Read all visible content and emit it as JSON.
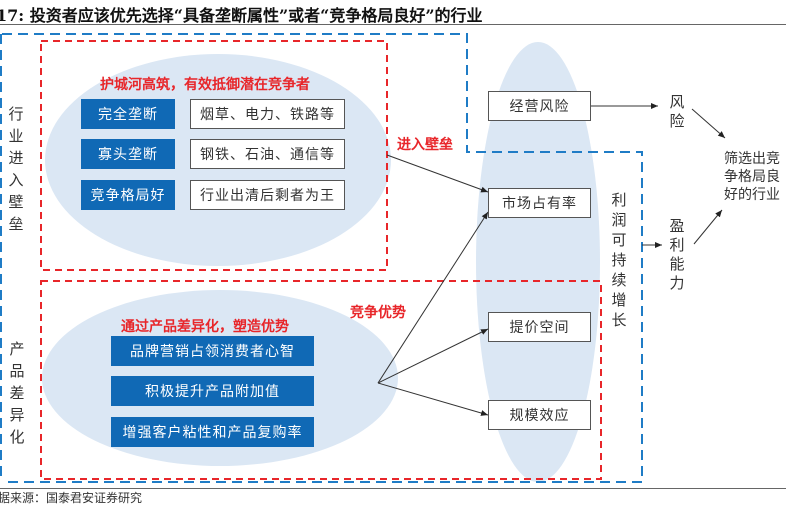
{
  "title": "17: 投资者应该优先选择“具备垄断属性”或者“竞争格局良好”的行业",
  "source": "据来源：国泰君安证券研究",
  "colors": {
    "red": "#e8262a",
    "blue_dash": "#1f7cc6",
    "box_blue": "#1069b5",
    "ellipse_fill": "#dbe7f4"
  },
  "section_top": {
    "side_label": "行业进入壁垒",
    "heading": "护城河高筑，有效抵御潜在竞争者",
    "rows": [
      {
        "type": "完全垄断",
        "examples": "烟草、电力、铁路等"
      },
      {
        "type": "寡头垄断",
        "examples": "钢铁、石油、通信等"
      },
      {
        "type": "竞争格局好",
        "examples": "行业出清后剩者为王"
      }
    ],
    "arrow_label": "进入壁垒"
  },
  "section_bottom": {
    "side_label": "产品差异化",
    "heading": "通过产品差异化，塑造优势",
    "items": [
      "品牌营销占领消费者心智",
      "积极提升产品附加值",
      "增强客户粘性和产品复购率"
    ],
    "arrow_label": "竞争优势"
  },
  "middle_boxes": {
    "risk": "经营风险",
    "share": "市场占有率",
    "pricing": "提价空间",
    "scale": "规模效应"
  },
  "growth_label": "利润可持续增长",
  "risk_label": "风险",
  "profit_label": "盈利能力",
  "result_label": "筛选出竞争格局良好的行业"
}
